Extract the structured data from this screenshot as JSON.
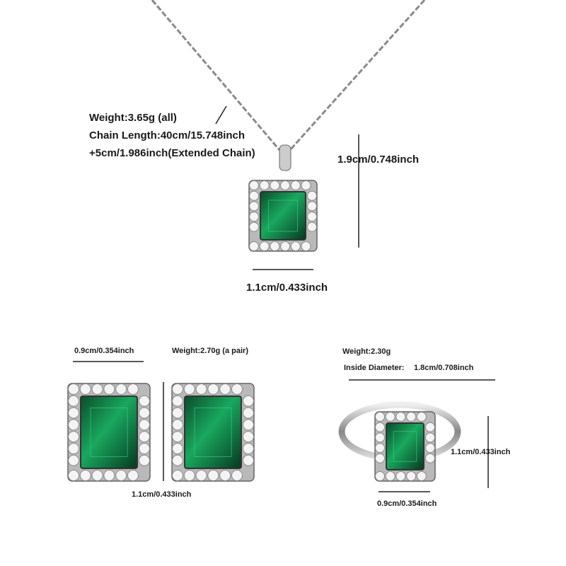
{
  "necklace": {
    "weight": "Weight:3.65g (all)",
    "chain_length": "Chain Length:40cm/15.748inch",
    "extended": "+5cm/1.986inch(Extended Chain)",
    "height": "1.9cm/0.748inch",
    "width": "1.1cm/0.433inch"
  },
  "earrings": {
    "width": "0.9cm/0.354inch",
    "weight": "Weight:2.70g  (a pair)",
    "height": "1.1cm/0.433inch"
  },
  "ring": {
    "weight": "Weight:2.30g",
    "inside_diameter_label": "Inside Diameter:",
    "inside_diameter_value": "1.8cm/0.708inch",
    "height": "1.1cm/0.433inch",
    "width": "0.9cm/0.354inch"
  },
  "colors": {
    "emerald": "#0f7a45",
    "silver": "#9a9a9a",
    "line": "#222222"
  }
}
